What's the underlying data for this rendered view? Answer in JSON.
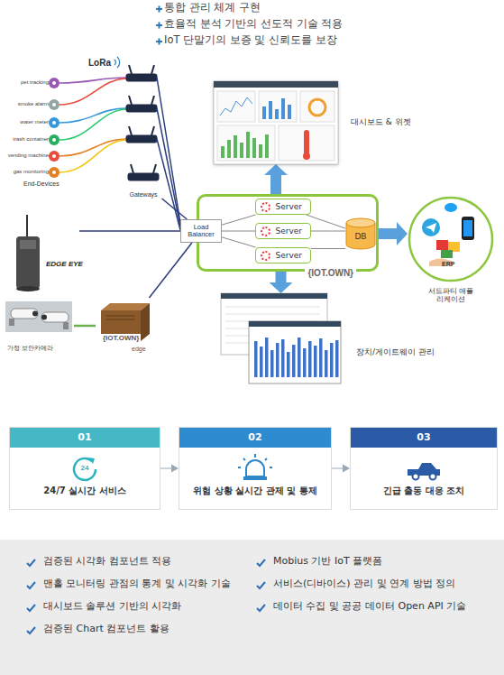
{
  "diagram": {
    "nodes": [
      {
        "text": [
          "pet tracking"
        ]
      },
      {
        "text": [
          "smoke alarm"
        ]
      },
      {
        "text": [
          "water meter"
        ]
      },
      {
        "text": [
          "trash container"
        ]
      },
      {
        "text": [
          "vending machine"
        ]
      },
      {
        "text": [
          "gas monitoring"
        ]
      },
      {
        "text": [
          "Gateways"
        ]
      },
      {
        "text": [
          "EDGE EYE"
        ]
      },
      {
        "text": [
          "가정 보안카메라"
        ]
      },
      {
        "text": [
          "{IOT.OWN}",
          "edge"
        ]
      },
      {
        "text": [
          "대시보드 & 위젯"
        ]
      },
      {
        "text": [
          "{IOT.OWN}"
        ]
      },
      {
        "text": [
          "Load Balancer"
        ],
        "in": 11
      },
      {
        "text": [
          "Server"
        ],
        "in": 11
      },
      {
        "text": [
          "Server"
        ],
        "in": 11
      },
      {
        "text": [
          "Server"
        ],
        "in": 11
      },
      {
        "text": [
          "DB"
        ],
        "in": 11
      },
      {
        "text": [
          "ERP",
          "서드파티 애플리케이션"
        ]
      },
      {
        "text": [
          "장치/게이트웨이 관리"
        ]
      },
      {
        "text": [
          "01",
          "24/7 실시간 서비스"
        ]
      },
      {
        "text": [
          "02",
          "위험 상황 실시간 관제 및 통제"
        ]
      },
      {
        "text": [
          "03",
          "긴급 출동 대응 조치"
        ]
      },
      {
        "text": [
          "검증된 시각화 컴포넌트 적용",
          "맨홀 모니터링 관점의 통계 및 시각화 기술",
          "대시보드 솔루션 기반의 시각화",
          "검증된 Chart 컴포넌트 활용",
          "Mobius 기반 IoT 플랫폼",
          "서비스(디바이스) 관리 및 연계 방법 정의",
          "데이터 수집 및 공공 데이터 Open API 기술"
        ]
      }
    ],
    "edges": [
      {
        "from": 6,
        "to": 12,
        "arrow": "none"
      },
      {
        "from": 7,
        "to": 12,
        "arrow": "none"
      },
      {
        "from": 8,
        "to": 9,
        "arrow": "none"
      },
      {
        "from": 9,
        "to": 12,
        "arrow": "none"
      },
      {
        "from": 12,
        "to": 13,
        "arrow": "none"
      },
      {
        "from": 12,
        "to": 14,
        "arrow": "none"
      },
      {
        "from": 12,
        "to": 15,
        "arrow": "none"
      },
      {
        "from": 13,
        "to": 16,
        "arrow": "none"
      },
      {
        "from": 14,
        "to": 16,
        "arrow": "none"
      },
      {
        "from": 15,
        "to": 16,
        "arrow": "none"
      },
      {
        "from": 11,
        "to": 10,
        "arrow": "to"
      },
      {
        "from": 11,
        "to": 18,
        "arrow": "to"
      },
      {
        "from": 11,
        "to": 17,
        "arrow": "to"
      },
      {
        "from": 19,
        "to": 20,
        "arrow": "to"
      },
      {
        "from": 20,
        "to": 21,
        "arrow": "to"
      }
    ],
    "labels": [
      "통합 관리 체계 구현",
      "효율적 분석 기반의 선도적 기술 적용",
      "IoT 단말기의 보증 및 신뢰도를 보장",
      "LoRa",
      "End-Devices",
      "24"
    ]
  }
}
